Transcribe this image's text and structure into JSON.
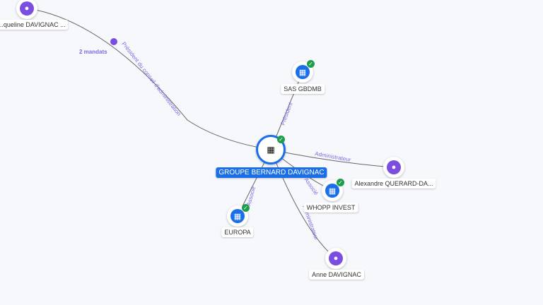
{
  "center": {
    "label": "GROUPE BERNARD DAVIGNAC"
  },
  "nodes": [
    {
      "label": "...queline DAVIGNAC ...",
      "type": "person"
    },
    {
      "label": "SAS GBDMB",
      "type": "company"
    },
    {
      "label": "Alexandre QUERARD-DA...",
      "type": "person"
    },
    {
      "label": "WHOPP INVEST",
      "type": "company"
    },
    {
      "label": "EUROPA",
      "type": "company"
    },
    {
      "label": "Anne DAVIGNAC",
      "type": "person"
    }
  ],
  "edges": [
    {
      "label": "Président du conseil d'administration",
      "extra": "2 mandats"
    },
    {
      "label": "Président"
    },
    {
      "label": "Administrateur"
    },
    {
      "label": "Associé"
    },
    {
      "label": "Associé"
    },
    {
      "label": "Administrateur"
    }
  ]
}
